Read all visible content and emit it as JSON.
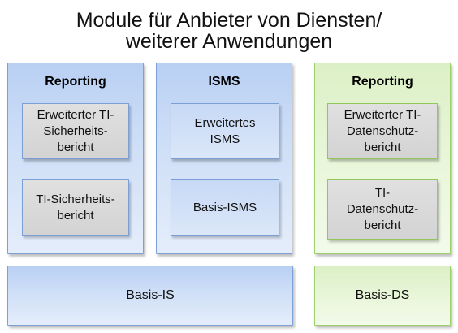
{
  "title": {
    "line1": "Module für Anbieter von Diensten/",
    "line2": "weiterer Anwendungen"
  },
  "panels": {
    "reporting_is": {
      "heading": "Reporting",
      "box_top": "Erweiterter TI-\nSicherheits-\nbericht",
      "box_bottom": "TI-Sicherheits-\nbericht"
    },
    "isms": {
      "heading": "ISMS",
      "box_top": "Erweitertes\nISMS",
      "box_bottom": "Basis-ISMS"
    },
    "reporting_ds": {
      "heading": "Reporting",
      "box_top": "Erweiterter TI-\nDatenschutz-\nbericht",
      "box_bottom": "TI-\nDatenschutz-\nbericht"
    }
  },
  "base": {
    "is_label": "Basis-IS",
    "ds_label": "Basis-DS"
  },
  "colors": {
    "blue_border": "#7da0d6",
    "green_border": "#9dd06a",
    "gray_box": "#d6d6d6"
  }
}
